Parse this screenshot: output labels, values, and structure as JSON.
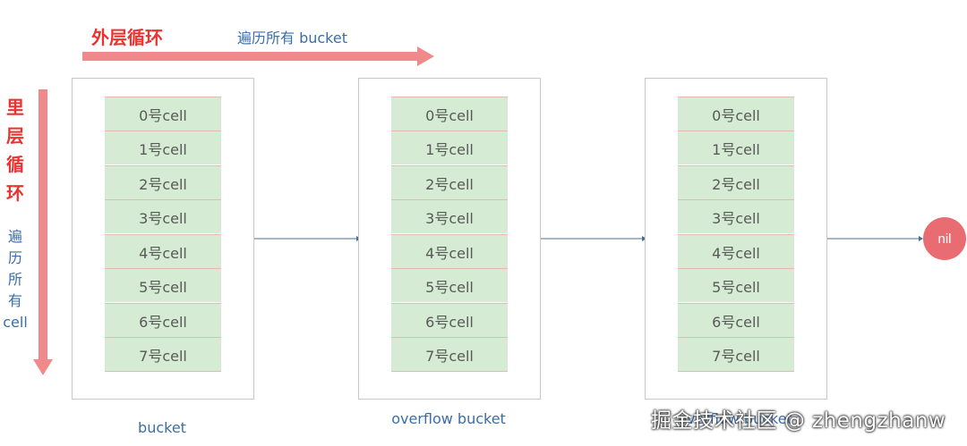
{
  "outer_loop": {
    "title": "外层循环",
    "subtitle": "遍历所有 bucket"
  },
  "inner_loop": {
    "title": "里层循环",
    "subtitle": "遍历所有cell"
  },
  "buckets": [
    {
      "caption": "bucket",
      "cells": [
        "0号cell",
        "1号cell",
        "2号cell",
        "3号cell",
        "4号cell",
        "5号cell",
        "6号cell",
        "7号cell"
      ]
    },
    {
      "caption": "overflow bucket",
      "cells": [
        "0号cell",
        "1号cell",
        "2号cell",
        "3号cell",
        "4号cell",
        "5号cell",
        "6号cell",
        "7号cell"
      ]
    },
    {
      "caption": "overflow bucket",
      "cells": [
        "0号cell",
        "1号cell",
        "2号cell",
        "3号cell",
        "4号cell",
        "5号cell",
        "6号cell",
        "7号cell"
      ]
    }
  ],
  "terminal": "nil",
  "watermark": "掘金技术社区 @ zhengzhanw",
  "colors": {
    "loop_arrow": "#f08a8a",
    "loop_title": "#e8332f",
    "loop_subtitle": "#3a6ea8",
    "cell_fill": "#d5ebd3",
    "nil_fill": "#e86c72",
    "link_arrow": "#4a6f8c"
  }
}
